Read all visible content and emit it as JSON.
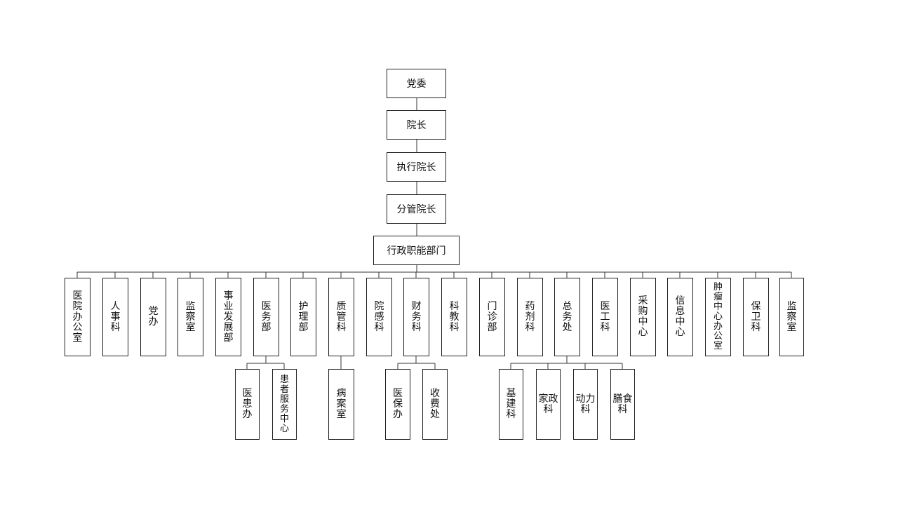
{
  "chain": [
    "党委",
    "院长",
    "执行院长",
    "分管院长",
    "行政职能部门"
  ],
  "departments": [
    {
      "id": "yyb",
      "label": "医院办公室",
      "children": []
    },
    {
      "id": "rsk",
      "label": "人事科",
      "children": []
    },
    {
      "id": "db",
      "label": "党办",
      "children": []
    },
    {
      "id": "jcs1",
      "label": "监察室",
      "children": []
    },
    {
      "id": "syfz",
      "label": "事业发展部",
      "children": []
    },
    {
      "id": "ywb",
      "label": "医务部",
      "children": [
        {
          "id": "yhb",
          "label": "医患办"
        },
        {
          "id": "hzfw",
          "label": "患者服务中心"
        }
      ]
    },
    {
      "id": "hlb",
      "label": "护理部",
      "children": []
    },
    {
      "id": "zgk",
      "label": "质管科",
      "children": [
        {
          "id": "bas",
          "label": "病案室"
        }
      ]
    },
    {
      "id": "ygk",
      "label": "院感科",
      "children": []
    },
    {
      "id": "cwk",
      "label": "财务科",
      "children": [
        {
          "id": "ybb",
          "label": "医保办"
        },
        {
          "id": "sfc",
          "label": "收费处"
        }
      ]
    },
    {
      "id": "kjk",
      "label": "科教科",
      "children": []
    },
    {
      "id": "mzb",
      "label": "门诊部",
      "children": []
    },
    {
      "id": "yjk",
      "label": "药剂科",
      "children": []
    },
    {
      "id": "zwc",
      "label": "总务处",
      "children": [
        {
          "id": "jjk",
          "label": "基建科"
        },
        {
          "id": "jzk",
          "label": "家政科"
        },
        {
          "id": "dlk",
          "label": "动力科"
        },
        {
          "id": "ssk",
          "label": "膳食科"
        }
      ]
    },
    {
      "id": "ygk2",
      "label": "医工科",
      "children": []
    },
    {
      "id": "cgzx",
      "label": "采购中心",
      "children": []
    },
    {
      "id": "xxzx",
      "label": "信息中心",
      "children": []
    },
    {
      "id": "zlzx",
      "label": "肿瘤中心办公室",
      "children": []
    },
    {
      "id": "bwk",
      "label": "保卫科",
      "children": []
    },
    {
      "id": "jcs2",
      "label": "监察室",
      "children": []
    }
  ]
}
